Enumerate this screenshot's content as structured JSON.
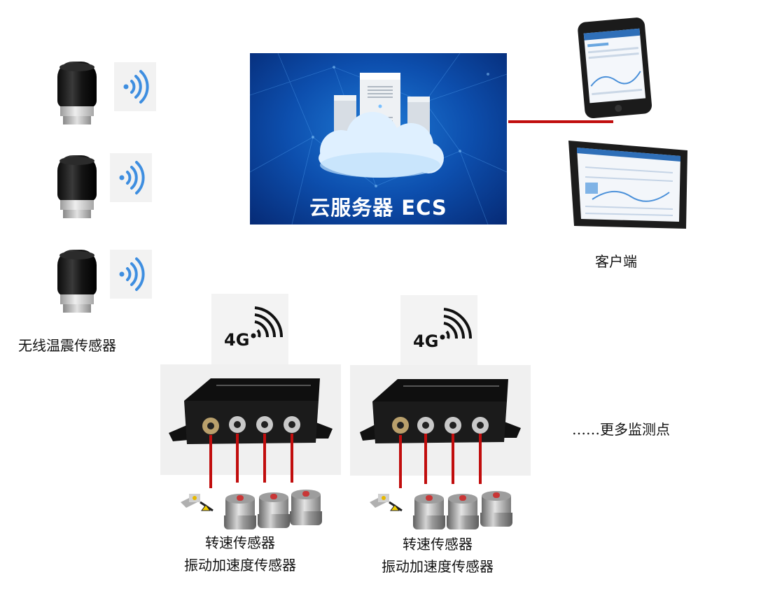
{
  "cloud_server": {
    "label": "云服务器 ECS"
  },
  "client": {
    "label": "客户端"
  },
  "wireless_sensors": {
    "label": "无线温震传感器",
    "count": 3
  },
  "network": {
    "badge": "4G"
  },
  "monitoring_groups": [
    {
      "label_line1": "转速传感器",
      "label_line2": "振动加速度传感器"
    },
    {
      "label_line1": "转速传感器",
      "label_line2": "振动加速度传感器"
    }
  ],
  "more_points": {
    "label": "……更多监测点"
  },
  "colors": {
    "link_line": "#c10d0d",
    "panel_blue": "#0d4fae",
    "wifi_icon": "#3e8ee0"
  }
}
